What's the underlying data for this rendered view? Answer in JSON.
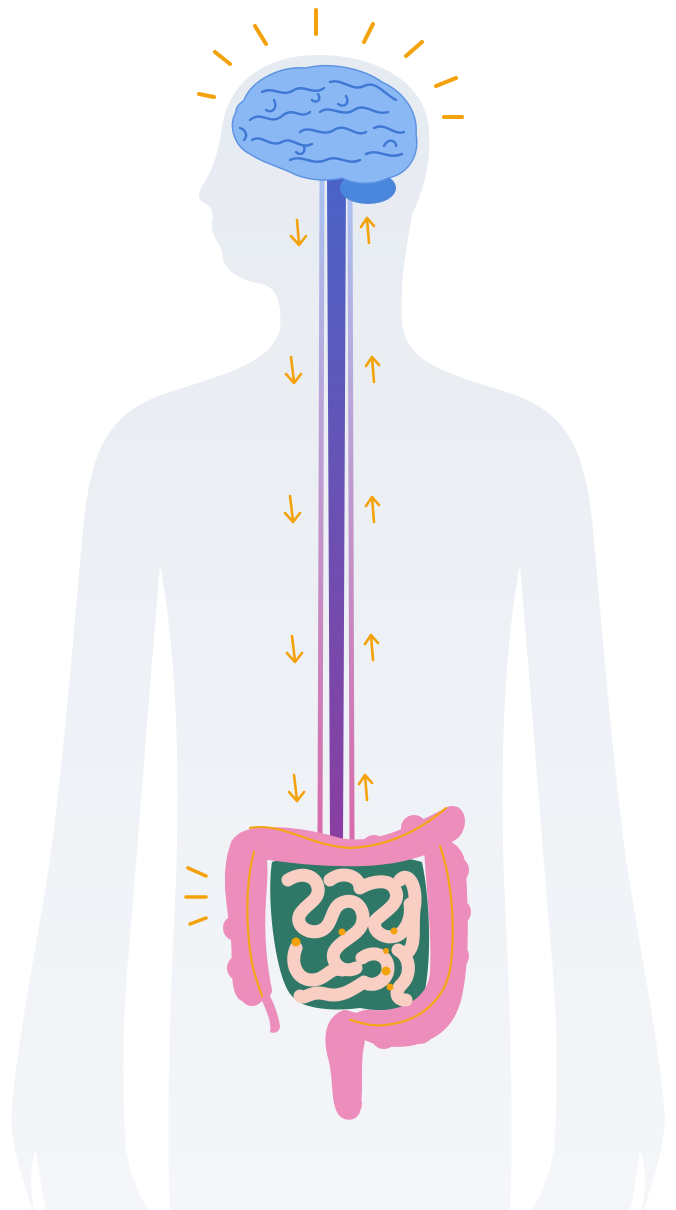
{
  "diagram": {
    "subject": "gut-brain-axis",
    "arrows_down_count": 5,
    "arrows_up_count": 5
  },
  "colors": {
    "background": "#ffffff",
    "body_silhouette": "#e8edf2",
    "brain_fill": "#8ab8f5",
    "brain_lines": "#3f78d4",
    "cerebellum": "#4a86dc",
    "spine_top": "#4a63c6",
    "spine_bottom": "#8a3ea0",
    "nerve_top": "#a9c2f2",
    "nerve_bottom": "#d86ca9",
    "signal_arrows": "#f4a20b",
    "colon": "#ec8dbb",
    "colon_line": "#f2a615",
    "small_intestine": "#f9cfc4",
    "intestine_background": "#2f7766",
    "dots": "#f4a20b"
  },
  "icons": {
    "arrow_down": "arrow-down-icon",
    "arrow_up": "arrow-up-icon",
    "brain": "brain-icon",
    "intestine": "intestine-icon"
  }
}
